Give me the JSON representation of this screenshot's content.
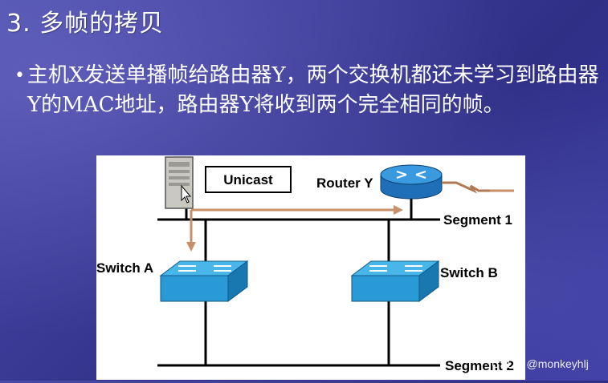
{
  "slide": {
    "title": "3. 多帧的拷贝",
    "bullet": "主机X发送单播帧给路由器Y，两个交换机都还未学习到路由器Y的MAC地址，路由器Y将收到两个完全相同的帧。"
  },
  "diagram": {
    "unicast_label": "Unicast",
    "router_label": "Router Y",
    "segment1_label": "Segment 1",
    "segment2_label": "Segment 2",
    "switch_a_label": "Switch A",
    "switch_b_label": "Switch B"
  },
  "watermark": "CSDN @monkeyhlj",
  "colors": {
    "background": "#3b3b96",
    "switch_blue": "#2a9ad6",
    "router_blue": "#2a7fc8",
    "arrow": "#c8906a"
  }
}
